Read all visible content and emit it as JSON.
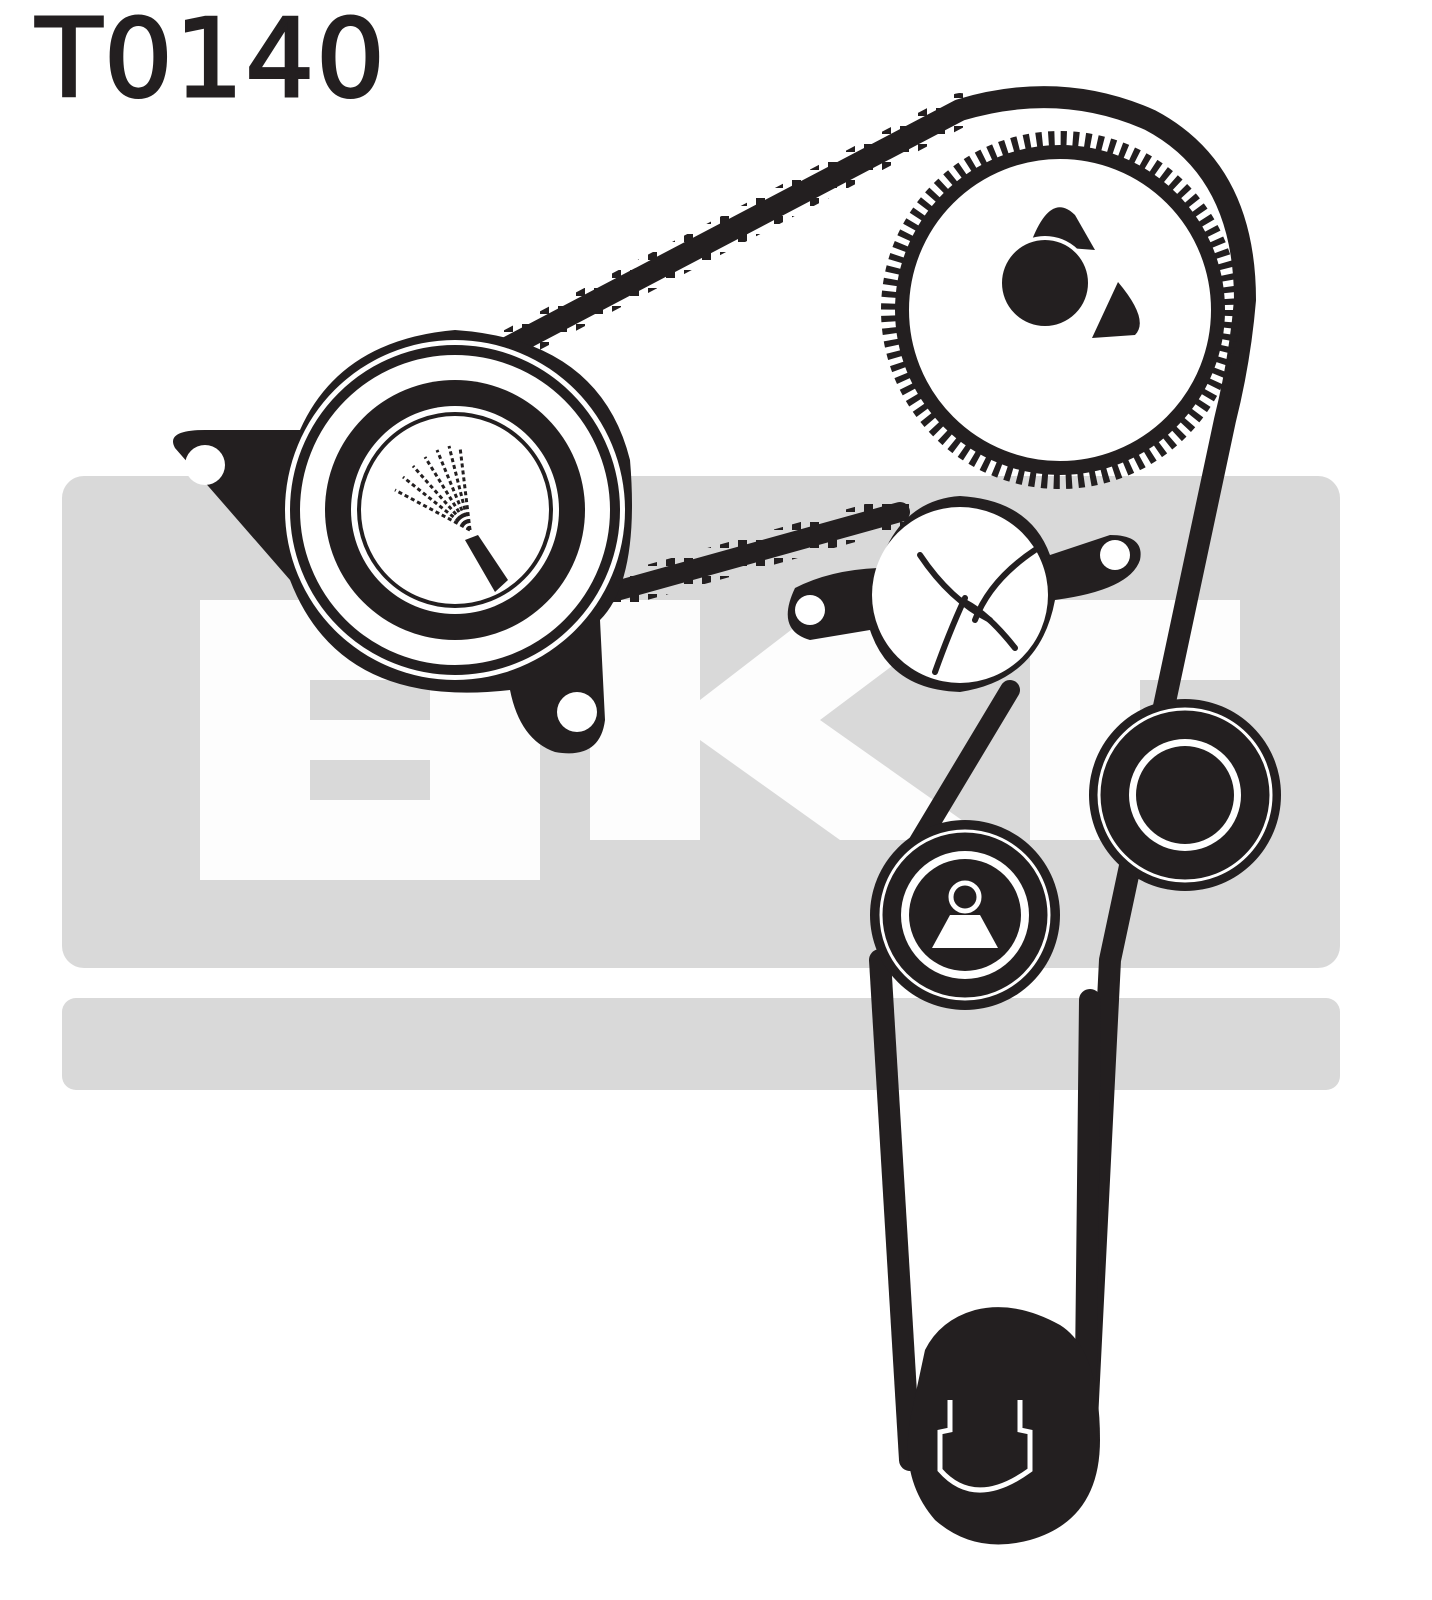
{
  "title": "T0140",
  "brand_watermark": "SKF",
  "colors": {
    "ink": "#231f20",
    "watermark_gray": "#d9d9d9",
    "background": "#ffffff"
  },
  "components": [
    {
      "id": "camshaft-sprocket",
      "type": "toothed sprocket",
      "icon": "camshaft-icon"
    },
    {
      "id": "injection-pump-pulley",
      "type": "pulley with mount",
      "icon": "injector-spray-icon"
    },
    {
      "id": "water-pump",
      "type": "pump pulley with flange",
      "icon": "impeller-icon"
    },
    {
      "id": "tensioner-pulley",
      "type": "idler pulley",
      "icon": "weight-icon"
    },
    {
      "id": "idler-pulley",
      "type": "plain idler pulley",
      "icon": "plain-hub-icon"
    },
    {
      "id": "crankshaft-sprocket",
      "type": "crank sprocket",
      "icon": "crankshaft-icon"
    }
  ]
}
